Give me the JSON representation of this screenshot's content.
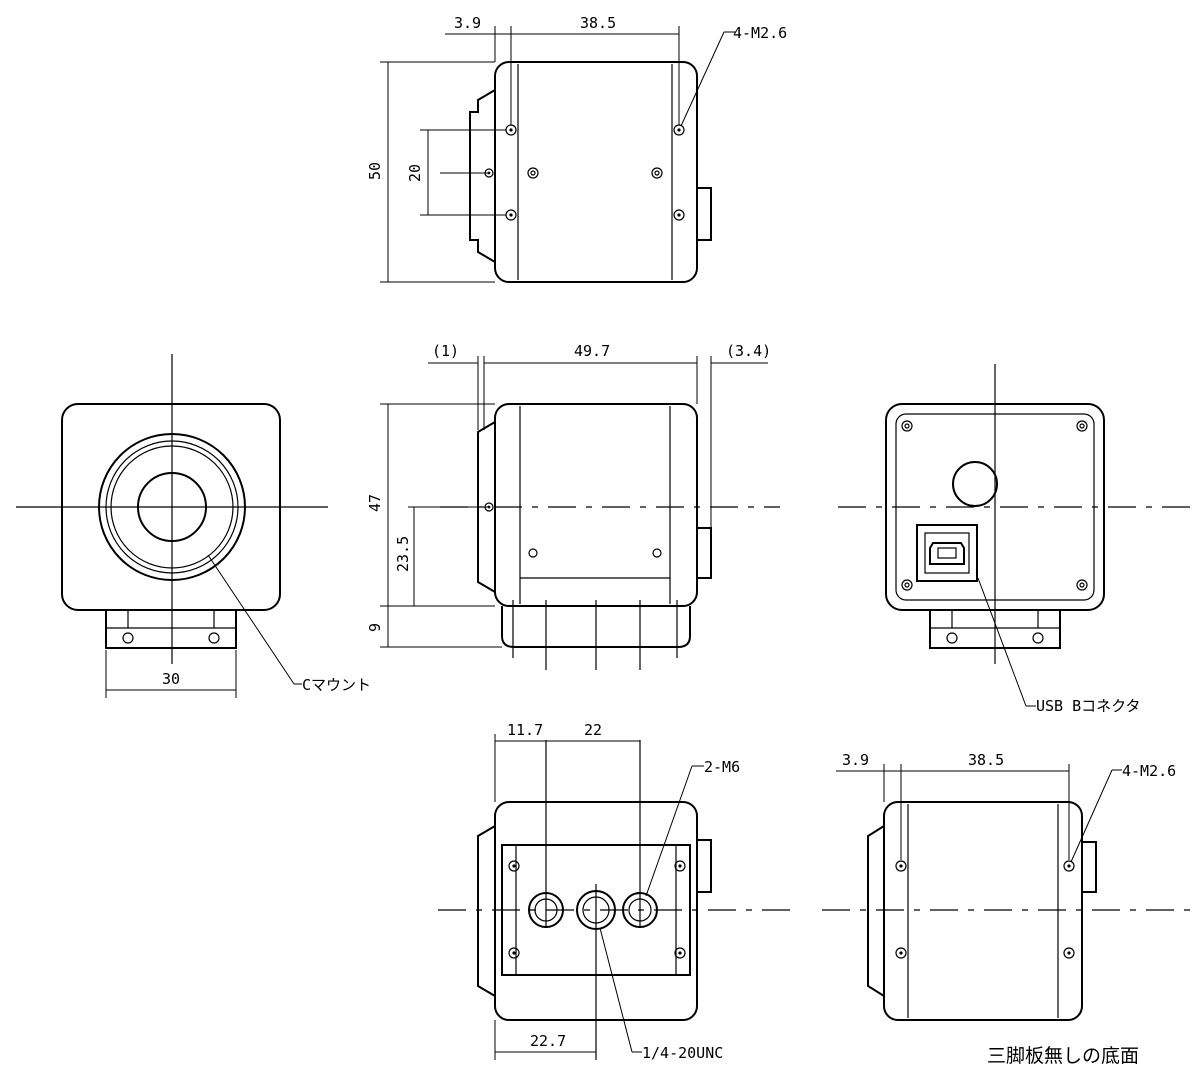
{
  "views": {
    "top": {
      "dim_a": "3.9",
      "dim_b": "38.5",
      "screw": "4-M2.6",
      "height": "50",
      "pitch": "20"
    },
    "front": {
      "width": "30",
      "mount": "Cマウント"
    },
    "side": {
      "front_offset": "(1)",
      "length": "49.7",
      "rear_offset": "(3.4)",
      "height": "47",
      "axis_height": "23.5",
      "tripod_height": "9"
    },
    "rear": {
      "connector": "USB Bコネクタ"
    },
    "bottom": {
      "dim_a": "11.7",
      "dim_b": "22",
      "holes": "2-M6",
      "dim_c": "22.7",
      "thread": "1/4-20UNC"
    },
    "bottom_no_tripod": {
      "dim_a": "3.9",
      "dim_b": "38.5",
      "screw": "4-M2.6",
      "caption": "三脚板無しの底面"
    }
  }
}
